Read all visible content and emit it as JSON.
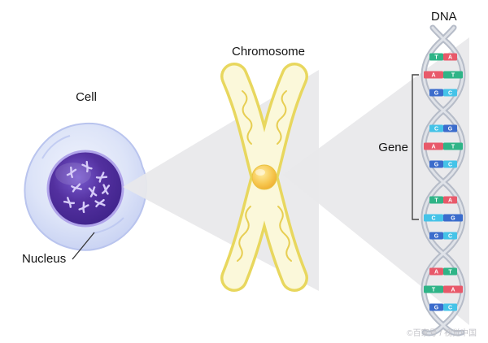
{
  "labels": {
    "cell": "Cell",
    "nucleus": "Nucleus",
    "chromosome": "Chromosome",
    "dna": "DNA",
    "gene": "Gene"
  },
  "watermark": "©百家号 / 视觉中国",
  "palette": {
    "beam": "#e8e8ea",
    "dna_strand": "#b6bcc8",
    "dna_strand_highlight": "#dfe2e8",
    "chromosome_outline": "#e8d75e",
    "chromosome_fill": "#fbf8da",
    "squiggle": "#e5ca45",
    "base_A": "#e8596a",
    "base_T": "#2fb487",
    "base_G": "#3b6ccc",
    "base_C": "#45c3e8"
  },
  "dna": {
    "rungs": [
      {
        "l": "T",
        "lc": "#2fb487",
        "r": "A",
        "rc": "#e8596a"
      },
      {
        "l": "A",
        "lc": "#e8596a",
        "r": "T",
        "rc": "#2fb487"
      },
      {
        "l": "G",
        "lc": "#3b6ccc",
        "r": "C",
        "rc": "#45c3e8"
      },
      {
        "l": "C",
        "lc": "#45c3e8",
        "r": "G",
        "rc": "#3b6ccc"
      },
      {
        "l": "A",
        "lc": "#e8596a",
        "r": "T",
        "rc": "#2fb487"
      },
      {
        "l": "G",
        "lc": "#3b6ccc",
        "r": "C",
        "rc": "#45c3e8"
      },
      {
        "l": "T",
        "lc": "#2fb487",
        "r": "A",
        "rc": "#e8596a"
      },
      {
        "l": "C",
        "lc": "#45c3e8",
        "r": "G",
        "rc": "#3b6ccc"
      },
      {
        "l": "G",
        "lc": "#3b6ccc",
        "r": "C",
        "rc": "#45c3e8"
      },
      {
        "l": "A",
        "lc": "#e8596a",
        "r": "T",
        "rc": "#2fb487"
      },
      {
        "l": "T",
        "lc": "#2fb487",
        "r": "A",
        "rc": "#e8596a"
      },
      {
        "l": "G",
        "lc": "#3b6ccc",
        "r": "C",
        "rc": "#45c3e8"
      }
    ]
  }
}
